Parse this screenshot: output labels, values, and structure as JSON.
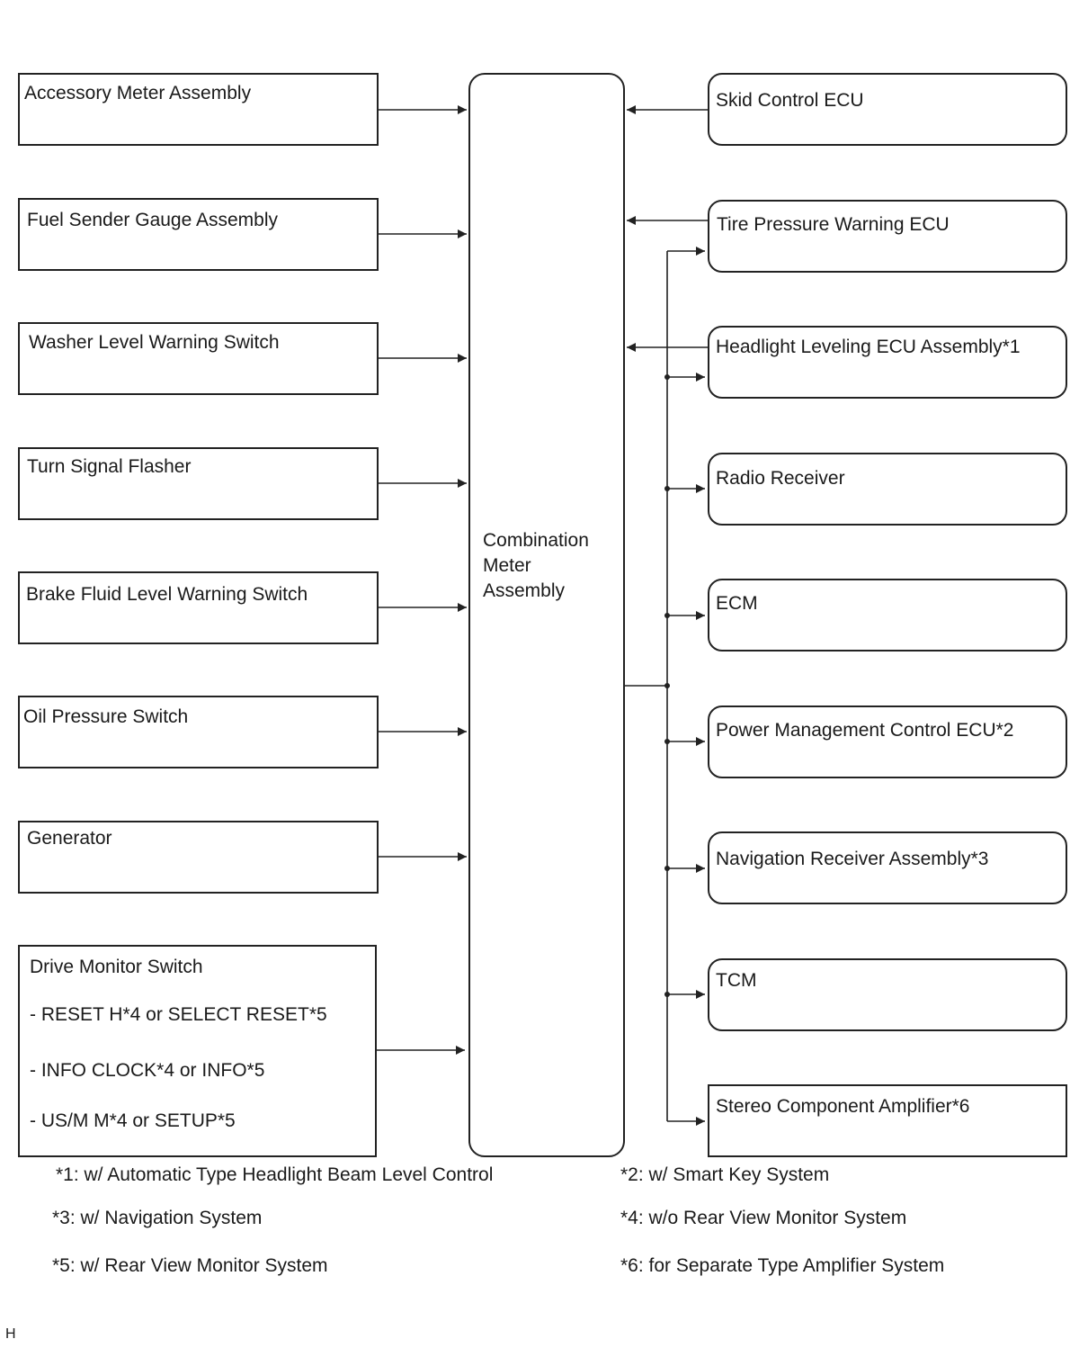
{
  "center": {
    "lines": [
      "Combination",
      "Meter",
      "Assembly"
    ]
  },
  "inputs": [
    "Accessory Meter Assembly",
    "Fuel Sender Gauge Assembly",
    "Washer Level Warning Switch",
    "Turn Signal Flasher",
    "Brake Fluid Level Warning Switch",
    "Oil Pressure Switch",
    "Generator"
  ],
  "drive_monitor": {
    "title": "Drive Monitor Switch",
    "items": [
      "- RESET H*4 or SELECT RESET*5",
      "- INFO CLOCK*4 or INFO*5",
      "- US/M M*4 or SETUP*5"
    ]
  },
  "outputs": [
    "Skid Control ECU",
    "Tire Pressure Warning ECU",
    "Headlight Leveling ECU Assembly*1",
    "Radio Receiver",
    "ECM",
    "Power Management Control ECU*2",
    "Navigation Receiver Assembly*3",
    "TCM",
    "Stereo Component Amplifier*6"
  ],
  "notes": [
    "*1: w/ Automatic Type Headlight Beam Level Control",
    "*2: w/ Smart Key System",
    "*3: w/ Navigation System",
    "*4: w/o Rear View Monitor System",
    "*5: w/ Rear View Monitor System",
    "*6: for Separate Type Amplifier System"
  ],
  "corner_mark": "H"
}
